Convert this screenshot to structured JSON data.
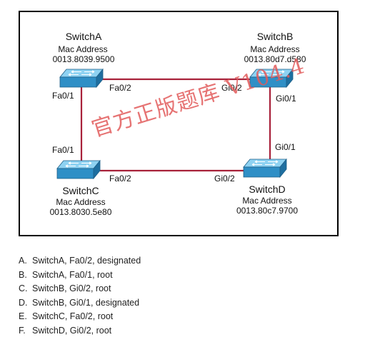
{
  "switches": {
    "a": {
      "name": "SwitchA",
      "mac_label": "Mac Address",
      "mac": "0013.8039.9500"
    },
    "b": {
      "name": "SwitchB",
      "mac_label": "Mac Address",
      "mac": "0013.80d7.d580"
    },
    "c": {
      "name": "SwitchC",
      "mac_label": "Mac Address",
      "mac": "0013.8030.5e80"
    },
    "d": {
      "name": "SwitchD",
      "mac_label": "Mac Address",
      "mac": "0013.80c7.9700"
    }
  },
  "ports": {
    "a_left": "Fa0/1",
    "a_right": "Fa0/2",
    "b_left": "Gi0/2",
    "b_right": "Gi0/1",
    "c_top": "Fa0/1",
    "c_right": "Fa0/2",
    "d_top": "Gi0/1",
    "d_left": "Gi0/2"
  },
  "watermark": "官方正版题库 V104.4",
  "colors": {
    "link": "#a8223a",
    "switch_body": "#2f8fc6",
    "switch_top": "#8ed2f2",
    "frame": "#000000",
    "watermark": "#e25b5b"
  },
  "answers": [
    {
      "letter": "A.",
      "text": "SwitchA, Fa0/2, designated"
    },
    {
      "letter": "B.",
      "text": "SwitchA, Fa0/1, root"
    },
    {
      "letter": "C.",
      "text": "SwitchB, Gi0/2, root"
    },
    {
      "letter": "D.",
      "text": "SwitchB, Gi0/1, designated"
    },
    {
      "letter": "E.",
      "text": "SwitchC, Fa0/2, root"
    },
    {
      "letter": "F.",
      "text": "SwitchD, Gi0/2, root"
    }
  ]
}
